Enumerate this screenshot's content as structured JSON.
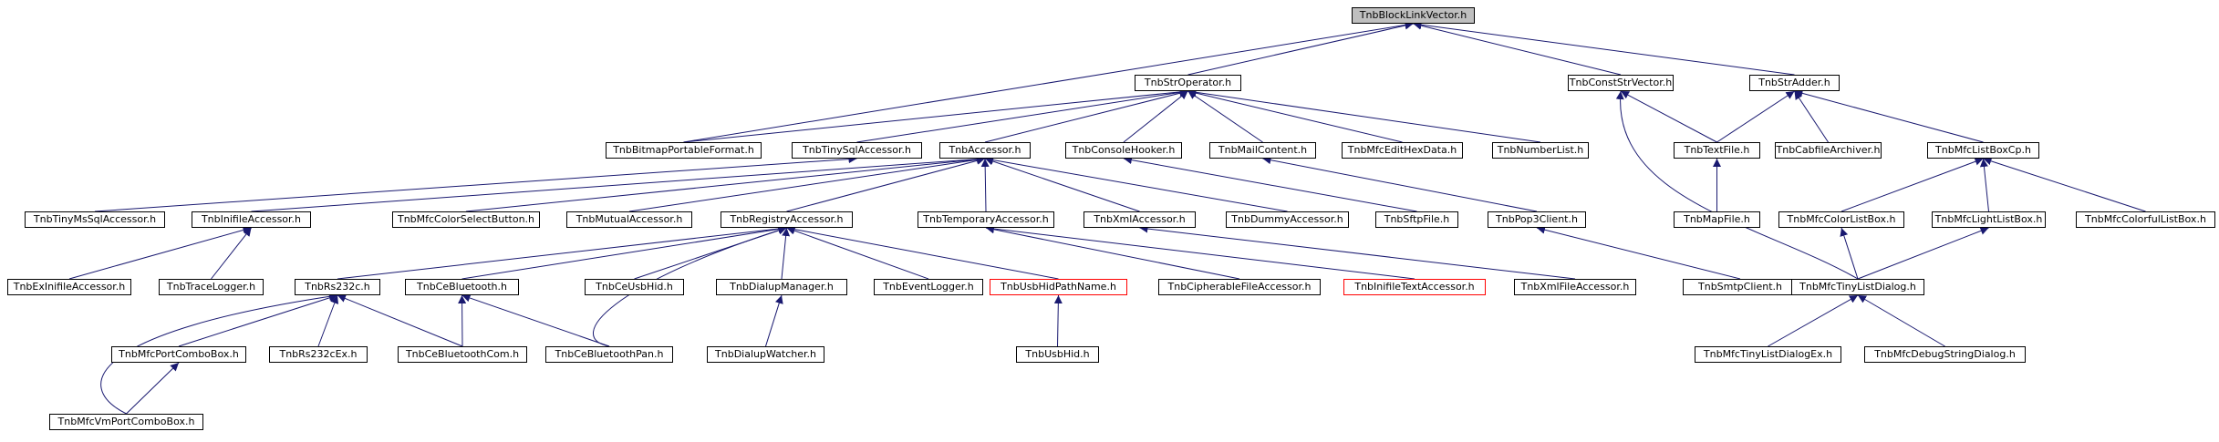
{
  "colors": {
    "edge": "#191970",
    "node_border": "#000000",
    "missing_border": "#ff0000",
    "root_fill": "#bfbfbf",
    "background": "#ffffff"
  },
  "nodes": {
    "root": "TnbBlockLinkVector.h",
    "strop": "TnbStrOperator.h",
    "cstrv": "TnbConstStrVector.h",
    "stradd": "TnbStrAdder.h",
    "bmp": "TnbBitmapPortableFormat.h",
    "tinysql": "TnbTinySqlAccessor.h",
    "acc": "TnbAccessor.h",
    "conhook": "TnbConsoleHooker.h",
    "mail": "TnbMailContent.h",
    "mfchex": "TnbMfcEditHexData.h",
    "numlist": "TnbNumberList.h",
    "textfile": "TnbTextFile.h",
    "cab": "TnbCabfileArchiver.h",
    "mfclbcp": "TnbMfcListBoxCp.h",
    "tinyms": "TnbTinyMsSqlAccessor.h",
    "ini": "TnbInifileAccessor.h",
    "colsel": "TnbMfcColorSelectButton.h",
    "mutual": "TnbMutualAccessor.h",
    "reg": "TnbRegistryAccessor.h",
    "temp": "TnbTemporaryAccessor.h",
    "xmlacc": "TnbXmlAccessor.h",
    "dummy": "TnbDummyAccessor.h",
    "sftp": "TnbSftpFile.h",
    "pop3": "TnbPop3Client.h",
    "mapfile": "TnbMapFile.h",
    "mfccollb": "TnbMfcColorListBox.h",
    "mfclightlb": "TnbMfcLightListBox.h",
    "mfccolfullb": "TnbMfcColorfulListBox.h",
    "exini": "TnbExInifileAccessor.h",
    "trace": "TnbTraceLogger.h",
    "rs232c": "TnbRs232c.h",
    "cebt": "TnbCeBluetooth.h",
    "ceusbhid": "TnbCeUsbHid.h",
    "dialup": "TnbDialupManager.h",
    "evlog": "TnbEventLogger.h",
    "usbhidpath": "TnbUsbHidPathName.h",
    "cipher": "TnbCipherableFileAccessor.h",
    "initext": "TnbInifileTextAccessor.h",
    "xmlfile": "TnbXmlFileAccessor.h",
    "smtp": "TnbSmtpClient.h",
    "mfctinylist": "TnbMfcTinyListDialog.h",
    "mfcport": "TnbMfcPortComboBox.h",
    "rs232cex": "TnbRs232cEx.h",
    "cebtcom": "TnbCeBluetoothCom.h",
    "cebtpan": "TnbCeBluetoothPan.h",
    "dialwatch": "TnbDialupWatcher.h",
    "usbhid": "TnbUsbHid.h",
    "mfctinylistex": "TnbMfcTinyListDialogEx.h",
    "mfcdebug": "TnbMfcDebugStringDialog.h",
    "mfcvmport": "TnbMfcVmPortComboBox.h"
  },
  "edges": [
    [
      "strop",
      "root"
    ],
    [
      "cstrv",
      "root"
    ],
    [
      "stradd",
      "root"
    ],
    [
      "bmp",
      "root"
    ],
    [
      "bmp",
      "strop"
    ],
    [
      "tinysql",
      "strop"
    ],
    [
      "acc",
      "strop"
    ],
    [
      "conhook",
      "strop"
    ],
    [
      "mail",
      "strop"
    ],
    [
      "mfchex",
      "strop"
    ],
    [
      "numlist",
      "strop"
    ],
    [
      "textfile",
      "cstrv"
    ],
    [
      "mfctinylist",
      "cstrv"
    ],
    [
      "textfile",
      "stradd"
    ],
    [
      "cab",
      "stradd"
    ],
    [
      "mfclbcp",
      "stradd"
    ],
    [
      "tinyms",
      "tinysql"
    ],
    [
      "ini",
      "acc"
    ],
    [
      "colsel",
      "acc"
    ],
    [
      "mutual",
      "acc"
    ],
    [
      "reg",
      "acc"
    ],
    [
      "temp",
      "acc"
    ],
    [
      "xmlacc",
      "acc"
    ],
    [
      "dummy",
      "acc"
    ],
    [
      "sftp",
      "conhook"
    ],
    [
      "pop3",
      "mail"
    ],
    [
      "mapfile",
      "textfile"
    ],
    [
      "mfccollb",
      "mfclbcp"
    ],
    [
      "mfclightlb",
      "mfclbcp"
    ],
    [
      "mfccolfullb",
      "mfclbcp"
    ],
    [
      "exini",
      "ini"
    ],
    [
      "trace",
      "ini"
    ],
    [
      "rs232c",
      "reg"
    ],
    [
      "cebt",
      "reg"
    ],
    [
      "ceusbhid",
      "reg"
    ],
    [
      "dialup",
      "reg"
    ],
    [
      "evlog",
      "reg"
    ],
    [
      "usbhidpath",
      "reg"
    ],
    [
      "cebtpan",
      "reg"
    ],
    [
      "cipher",
      "temp"
    ],
    [
      "initext",
      "temp"
    ],
    [
      "xmlfile",
      "xmlacc"
    ],
    [
      "smtp",
      "pop3"
    ],
    [
      "mfctinylist",
      "mfccollb"
    ],
    [
      "mfctinylist",
      "mfclightlb"
    ],
    [
      "mfcport",
      "rs232c"
    ],
    [
      "rs232cex",
      "rs232c"
    ],
    [
      "cebtcom",
      "rs232c"
    ],
    [
      "mfcvmport",
      "rs232c"
    ],
    [
      "cebtcom",
      "cebt"
    ],
    [
      "cebtpan",
      "cebt"
    ],
    [
      "dialwatch",
      "dialup"
    ],
    [
      "usbhid",
      "usbhidpath"
    ],
    [
      "mfctinylistex",
      "mfctinylist"
    ],
    [
      "mfcdebug",
      "mfctinylist"
    ],
    [
      "mfcvmport",
      "mfcport"
    ]
  ]
}
